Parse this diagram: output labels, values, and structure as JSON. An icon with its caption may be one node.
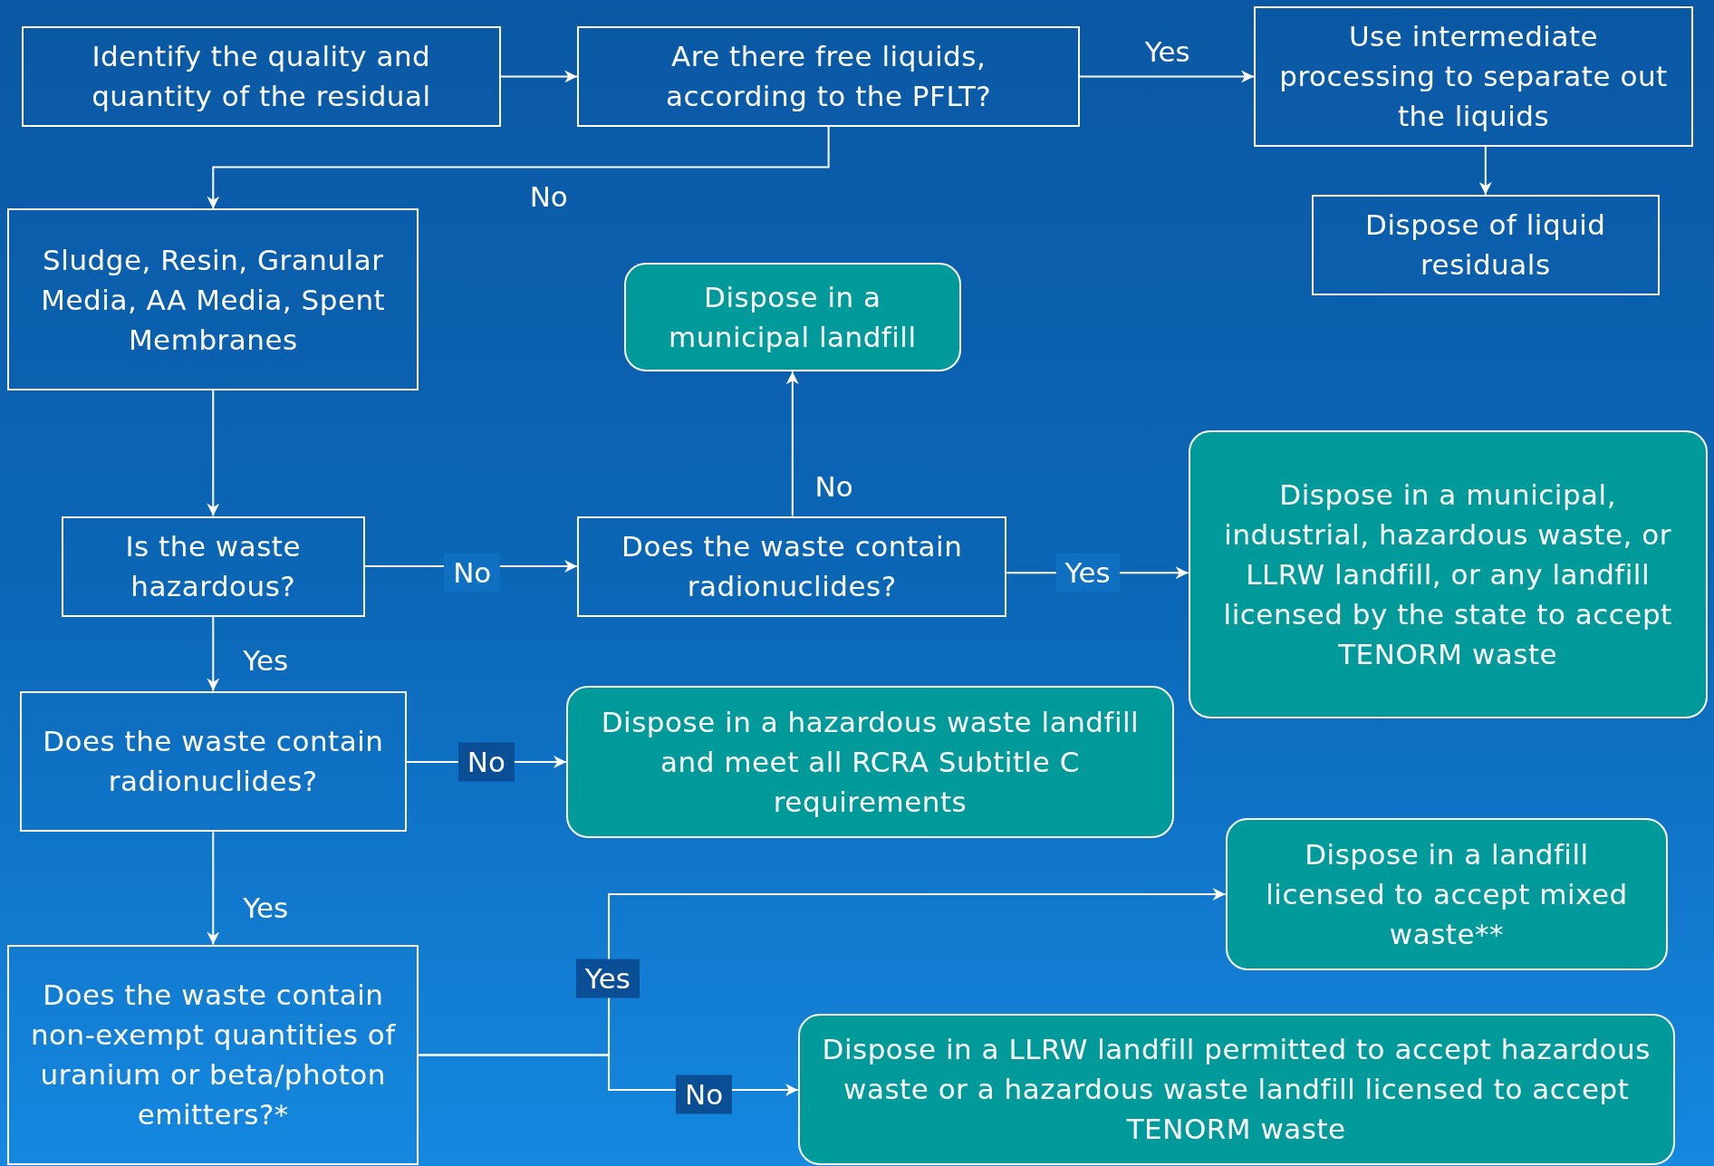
{
  "diagram": {
    "nodes": [
      {
        "text": [
          "Identify the quality and quantity of the residual"
        ]
      },
      {
        "text": [
          "Are there free liquids, according to the PFLT?"
        ]
      },
      {
        "text": [
          "Use intermediate processing to separate out the liquids"
        ]
      },
      {
        "text": [
          "Dispose of liquid residuals"
        ]
      },
      {
        "text": [
          "Sludge, Resin, Granular Media, AA Media, Spent Membranes"
        ]
      },
      {
        "text": [
          "Dispose in a municipal landfill"
        ]
      },
      {
        "text": [
          "Is the waste hazardous?"
        ]
      },
      {
        "text": [
          "Does the waste contain radionuclides?"
        ]
      },
      {
        "text": [
          "Dispose in a municipal, industrial, hazardous waste, or LLRW landfill, or any landfill licensed by the state to accept TENORM waste"
        ]
      },
      {
        "text": [
          "Does the waste contain radionuclides?"
        ]
      },
      {
        "text": [
          "Dispose in a hazardous waste landfill and meet all RCRA Subtitle C requirements"
        ]
      },
      {
        "text": [
          "Dispose in a landfill licensed to accept mixed waste**"
        ]
      },
      {
        "text": [
          "Does the waste contain non-exempt quantities of uranium or beta/photon emitters?*"
        ]
      },
      {
        "text": [
          "Dispose in a LLRW landfill permitted to accept hazardous waste or a hazardous waste landfill licensed to accept TENORM waste"
        ]
      }
    ],
    "edges": [
      {
        "from": 0,
        "to": 1,
        "arrow": "to"
      },
      {
        "from": 1,
        "to": 2,
        "arrow": "to",
        "label": "Yes"
      },
      {
        "from": 2,
        "to": 3,
        "arrow": "to"
      },
      {
        "from": 1,
        "to": 4,
        "arrow": "to",
        "label": "No"
      },
      {
        "from": 4,
        "to": 6,
        "arrow": "to"
      },
      {
        "from": 6,
        "to": 7,
        "arrow": "to",
        "label": "No"
      },
      {
        "from": 7,
        "to": 5,
        "arrow": "to",
        "label": "No"
      },
      {
        "from": 7,
        "to": 8,
        "arrow": "to",
        "label": "Yes"
      },
      {
        "from": 6,
        "to": 9,
        "arrow": "to",
        "label": "Yes"
      },
      {
        "from": 9,
        "to": 10,
        "arrow": "to",
        "label": "No"
      },
      {
        "from": 9,
        "to": 12,
        "arrow": "to",
        "label": "Yes"
      },
      {
        "from": 12,
        "to": 11,
        "arrow": "to",
        "label": "Yes"
      },
      {
        "from": 12,
        "to": 13,
        "arrow": "to",
        "label": "No"
      }
    ]
  }
}
